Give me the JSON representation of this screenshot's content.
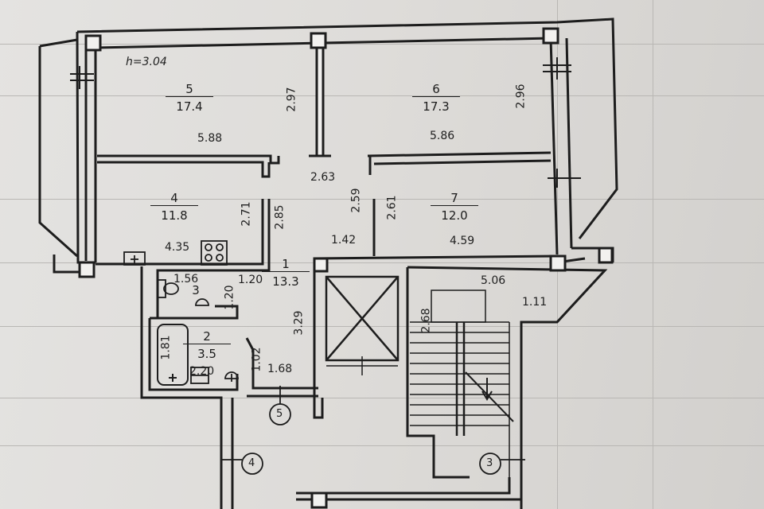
{
  "plan": {
    "height_label": "h=3.04",
    "rooms": [
      {
        "no": "5",
        "area": "17.4"
      },
      {
        "no": "6",
        "area": "17.3"
      },
      {
        "no": "4",
        "area": "11.8"
      },
      {
        "no": "7",
        "area": "12.0"
      },
      {
        "no": "1",
        "area": "13.3"
      },
      {
        "no": "3",
        "area": ""
      },
      {
        "no": "2",
        "area": "3.5"
      }
    ],
    "dims": {
      "d_5_88": "5.88",
      "d_2_97": "2.97",
      "d_5_86": "5.86",
      "d_2_96": "2.96",
      "d_2_63": "2.63",
      "d_2_71": "2.71",
      "d_2_85": "2.85",
      "d_2_59": "2.59",
      "d_2_61": "2.61",
      "d_4_35": "4.35",
      "d_1_42": "1.42",
      "d_4_59": "4.59",
      "d_1_56": "1.56",
      "d_1_20a": "1.20",
      "d_1_20b": "1.20",
      "d_3_29": "3.29",
      "d_1_81": "1.81",
      "d_2_20": "2.20",
      "d_1_02": "1.02",
      "d_1_68": "1.68",
      "d_5_06": "5.06",
      "d_1_11": "1.11",
      "d_2_68": "2.68"
    },
    "markers": {
      "m5": "5",
      "m4": "4",
      "m3": "3"
    }
  }
}
